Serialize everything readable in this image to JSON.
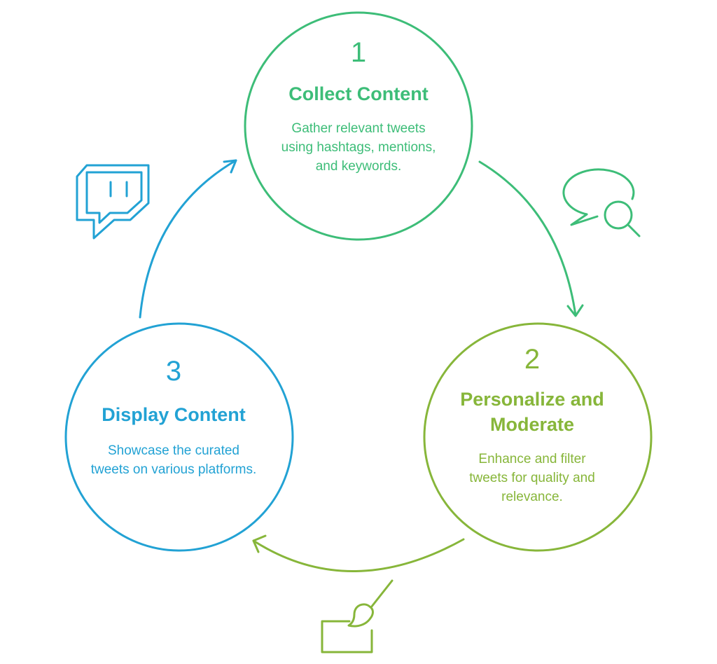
{
  "colors": {
    "stage_1": "#3dbd78",
    "stage_2": "#87b63a",
    "stage_3": "#22a2d4"
  },
  "stages": [
    {
      "number": "1",
      "title": "Collect Content",
      "description": "Gather relevant tweets using hashtags, mentions, and keywords.",
      "icon": "chat-search-icon"
    },
    {
      "number": "2",
      "title": "Personalize and Moderate",
      "description": "Enhance and filter tweets for quality and relevance.",
      "icon": "paint-brush-icon"
    },
    {
      "number": "3",
      "title": "Display Content",
      "description": "Showcase the curated tweets on various platforms.",
      "icon": "twitch-icon"
    }
  ]
}
